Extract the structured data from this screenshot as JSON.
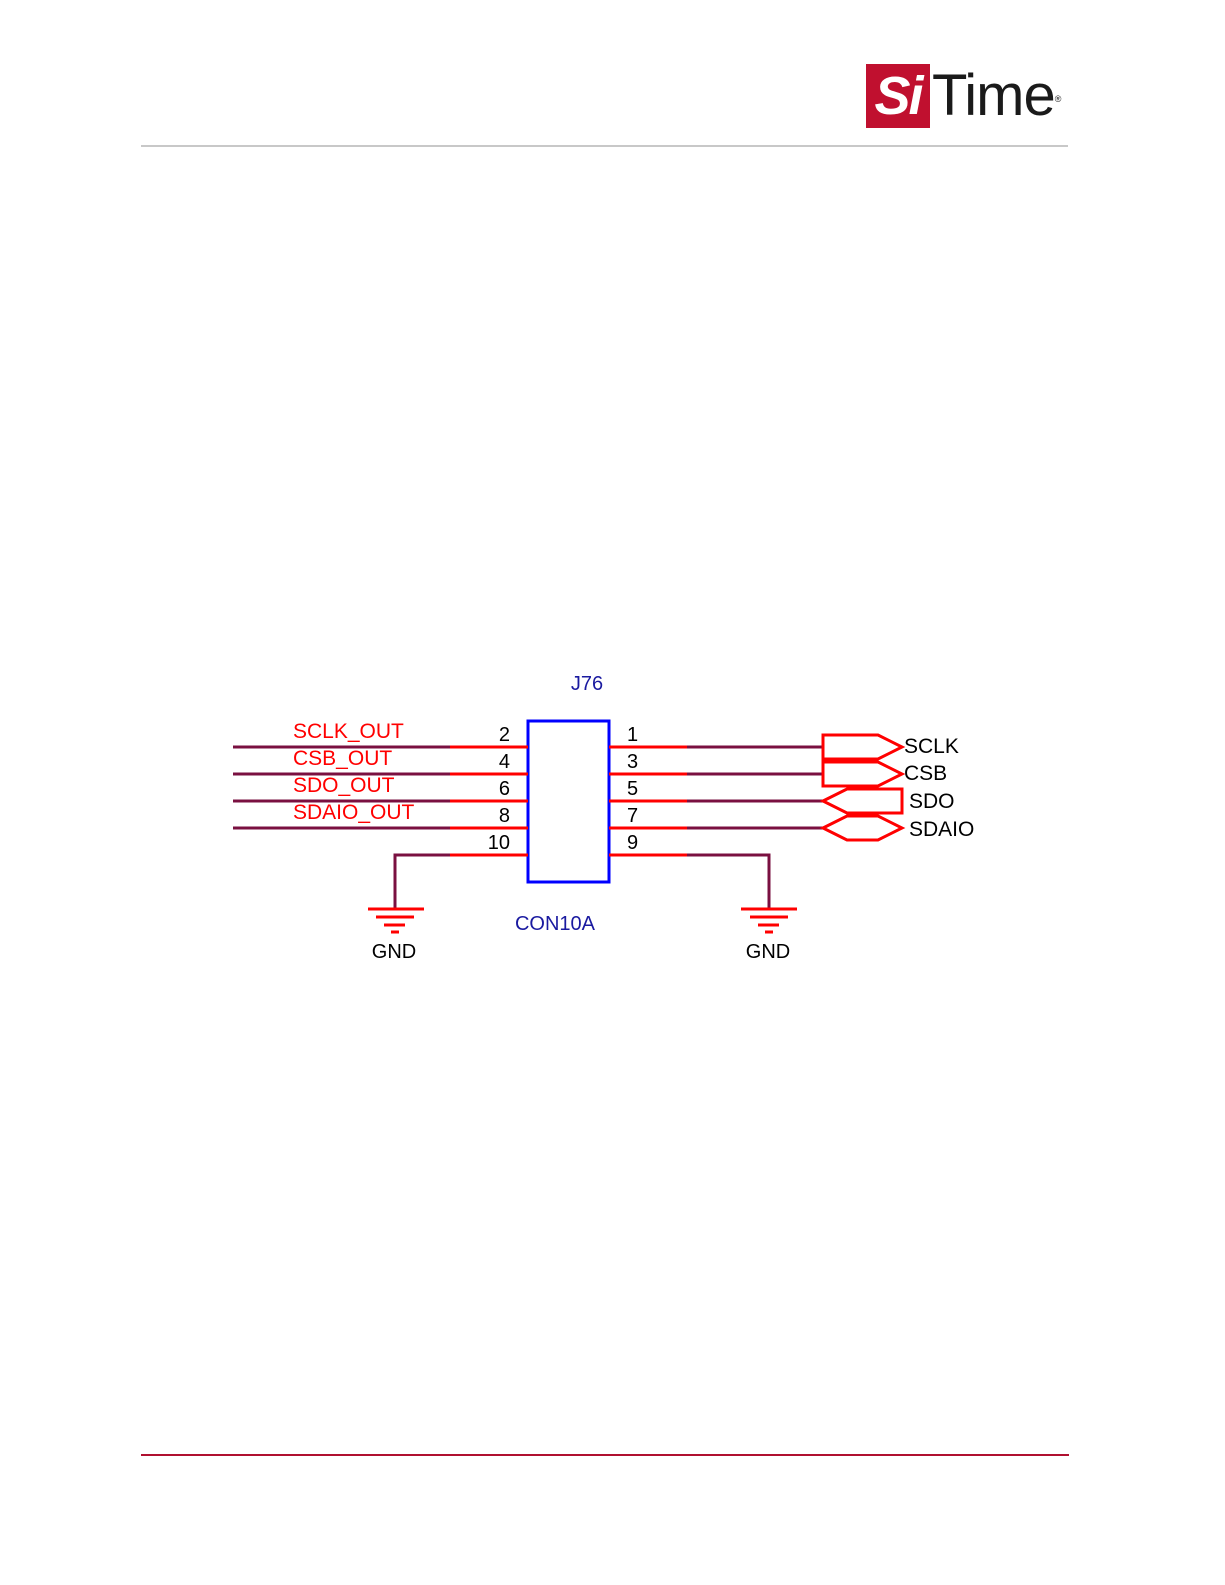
{
  "header": {
    "logo": {
      "mark": "Si",
      "word": "Time",
      "registered": "®",
      "brand_color": "#c0102f"
    }
  },
  "schematic": {
    "refdes": "J76",
    "part": "CON10A",
    "colors": {
      "wire": "#7a1040",
      "pin": "#ff0000",
      "body": "#0000ff",
      "label": "#ff0000",
      "part_text": "#1a1aa0",
      "text": "#000000"
    },
    "left_nets": [
      "SCLK_OUT",
      "CSB_OUT",
      "SDO_OUT",
      "SDAIO_OUT"
    ],
    "left_pins": [
      "2",
      "4",
      "6",
      "8",
      "10"
    ],
    "right_pins": [
      "1",
      "3",
      "5",
      "7",
      "9"
    ],
    "ports": [
      {
        "name": "SCLK",
        "type": "output"
      },
      {
        "name": "CSB",
        "type": "output"
      },
      {
        "name": "SDO",
        "type": "input"
      },
      {
        "name": "SDAIO",
        "type": "bidirectional"
      }
    ],
    "ground_labels": [
      "GND",
      "GND"
    ]
  }
}
